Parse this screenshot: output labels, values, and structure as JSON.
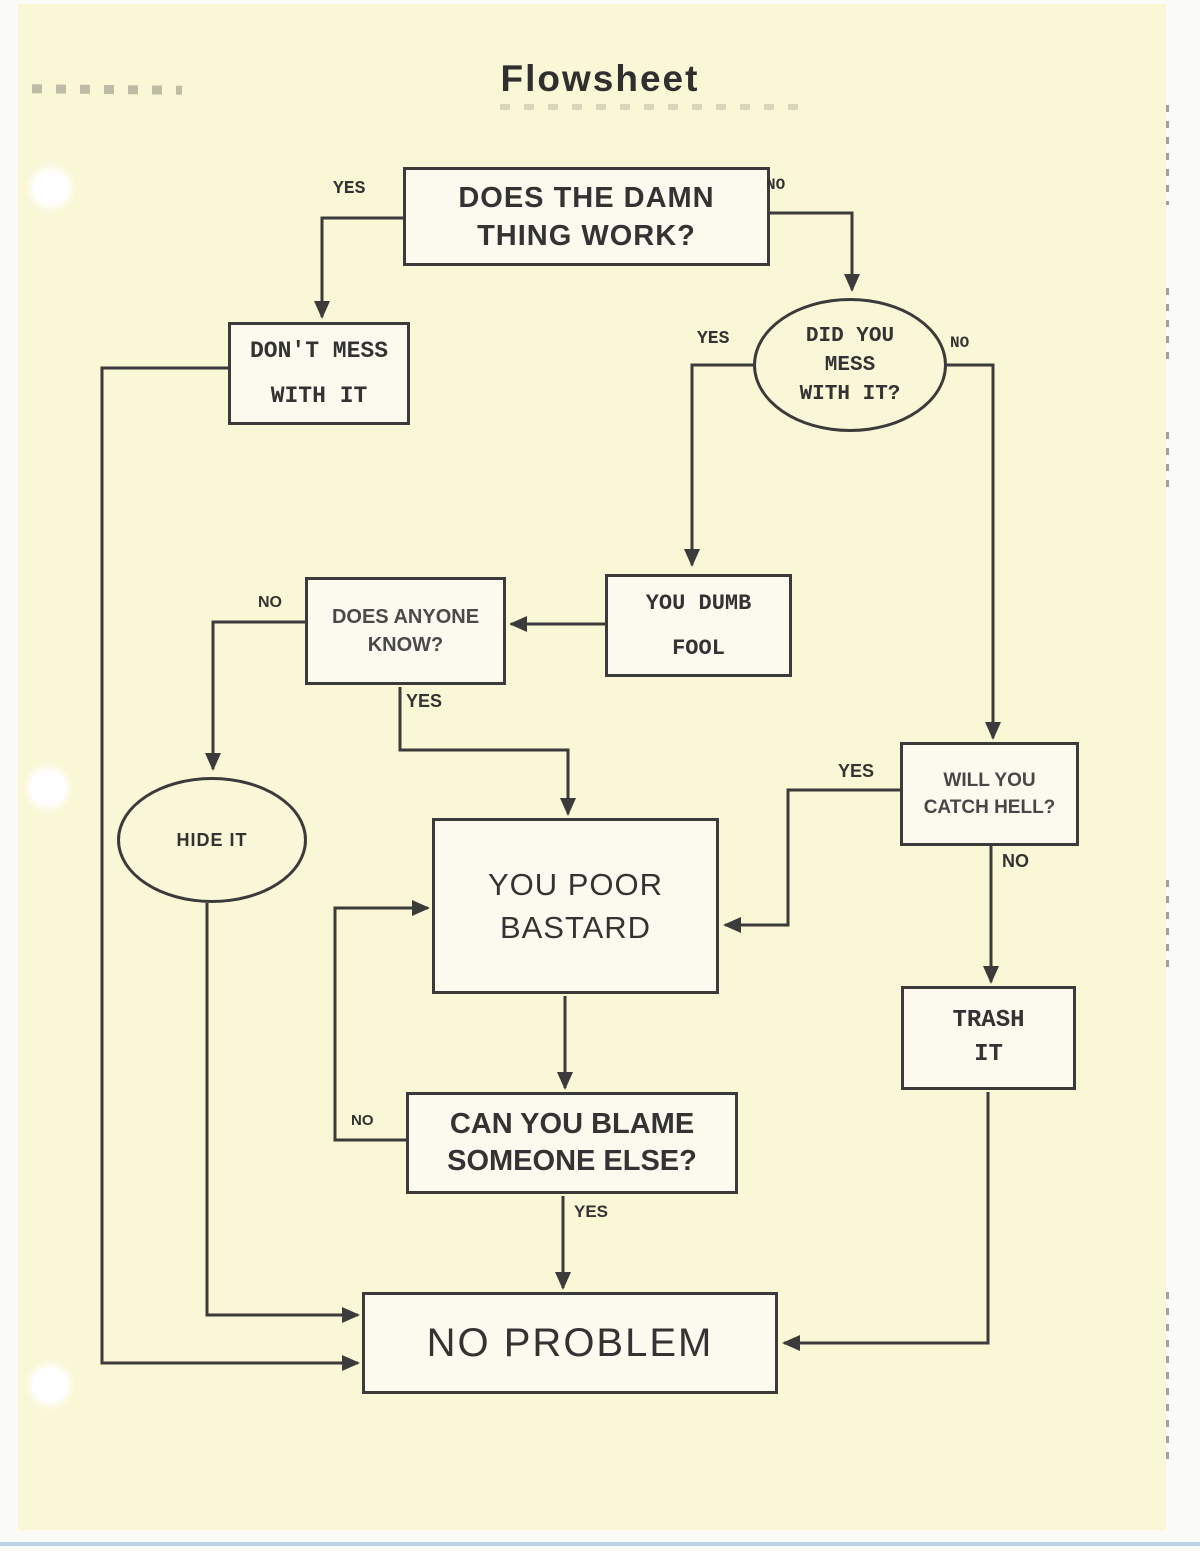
{
  "page": {
    "title": "Flowsheet"
  },
  "colors": {
    "paper": "#faf7d6",
    "ink": "#3b3b3b",
    "margin": "#fbfbf8",
    "bottom_edge_blue": "#b9cfe2",
    "node_fill": "#fcfaef"
  },
  "nodes": {
    "does_thing_work": {
      "line1": "DOES THE DAMN",
      "line2": "THING WORK?"
    },
    "dont_mess": {
      "line1": "DON'T MESS",
      "line2": "WITH IT"
    },
    "did_you_mess": {
      "line1": "DID YOU",
      "line2": "MESS",
      "line3": "WITH IT?"
    },
    "you_dumb_fool": {
      "line1": "YOU DUMB",
      "line2": "FOOL"
    },
    "does_anyone_know": {
      "line1": "DOES ANYONE",
      "line2": "KNOW?"
    },
    "hide_it": {
      "line1": "HIDE IT"
    },
    "will_you_catch_hell": {
      "line1": "WILL YOU",
      "line2": "CATCH HELL?"
    },
    "you_poor_bastard": {
      "line1": "YOU POOR",
      "line2": "BASTARD"
    },
    "trash_it": {
      "line1": "TRASH",
      "line2": "IT"
    },
    "can_you_blame": {
      "line1": "CAN YOU BLAME",
      "line2": "SOMEONE ELSE?"
    },
    "no_problem": {
      "line1": "NO PROBLEM"
    }
  },
  "edge_labels": {
    "work_yes": "YES",
    "work_no": "NO",
    "mess_yes": "YES",
    "mess_no": "NO",
    "know_no": "NO",
    "know_yes": "YES",
    "hell_yes": "YES",
    "hell_no": "NO",
    "blame_no": "NO",
    "blame_yes": "YES"
  }
}
